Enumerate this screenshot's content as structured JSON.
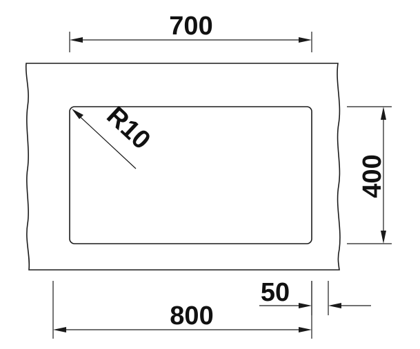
{
  "drawing": {
    "stroke_color": "#1a1a1a",
    "background": "#ffffff"
  },
  "dimensions": {
    "top_width": "700",
    "right_height": "400",
    "corner_radius": "R10",
    "bottom_width": "800",
    "edge_offset": "50"
  }
}
